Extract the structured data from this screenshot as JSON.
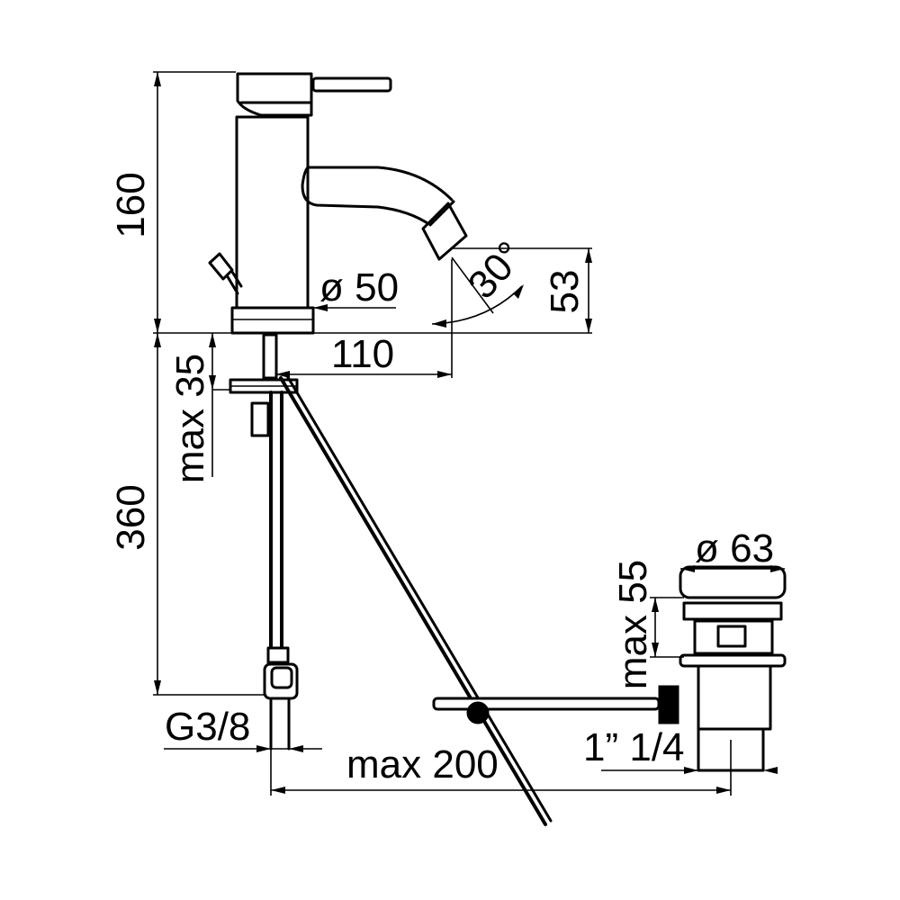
{
  "dimensions": {
    "height_tap": "160",
    "outlet_angle": "30°",
    "outlet_height": "53",
    "body_diameter": "ø 50",
    "spout_reach": "110",
    "deck_thickness": "max 35",
    "hose_length": "360",
    "hose_thread": "G3/8",
    "rod_distance": "max 200",
    "waste_diameter": "ø 63",
    "waste_max": "max 55",
    "waste_thread": "1” 1/4"
  },
  "colors": {
    "line": "#000000",
    "background": "#ffffff"
  }
}
